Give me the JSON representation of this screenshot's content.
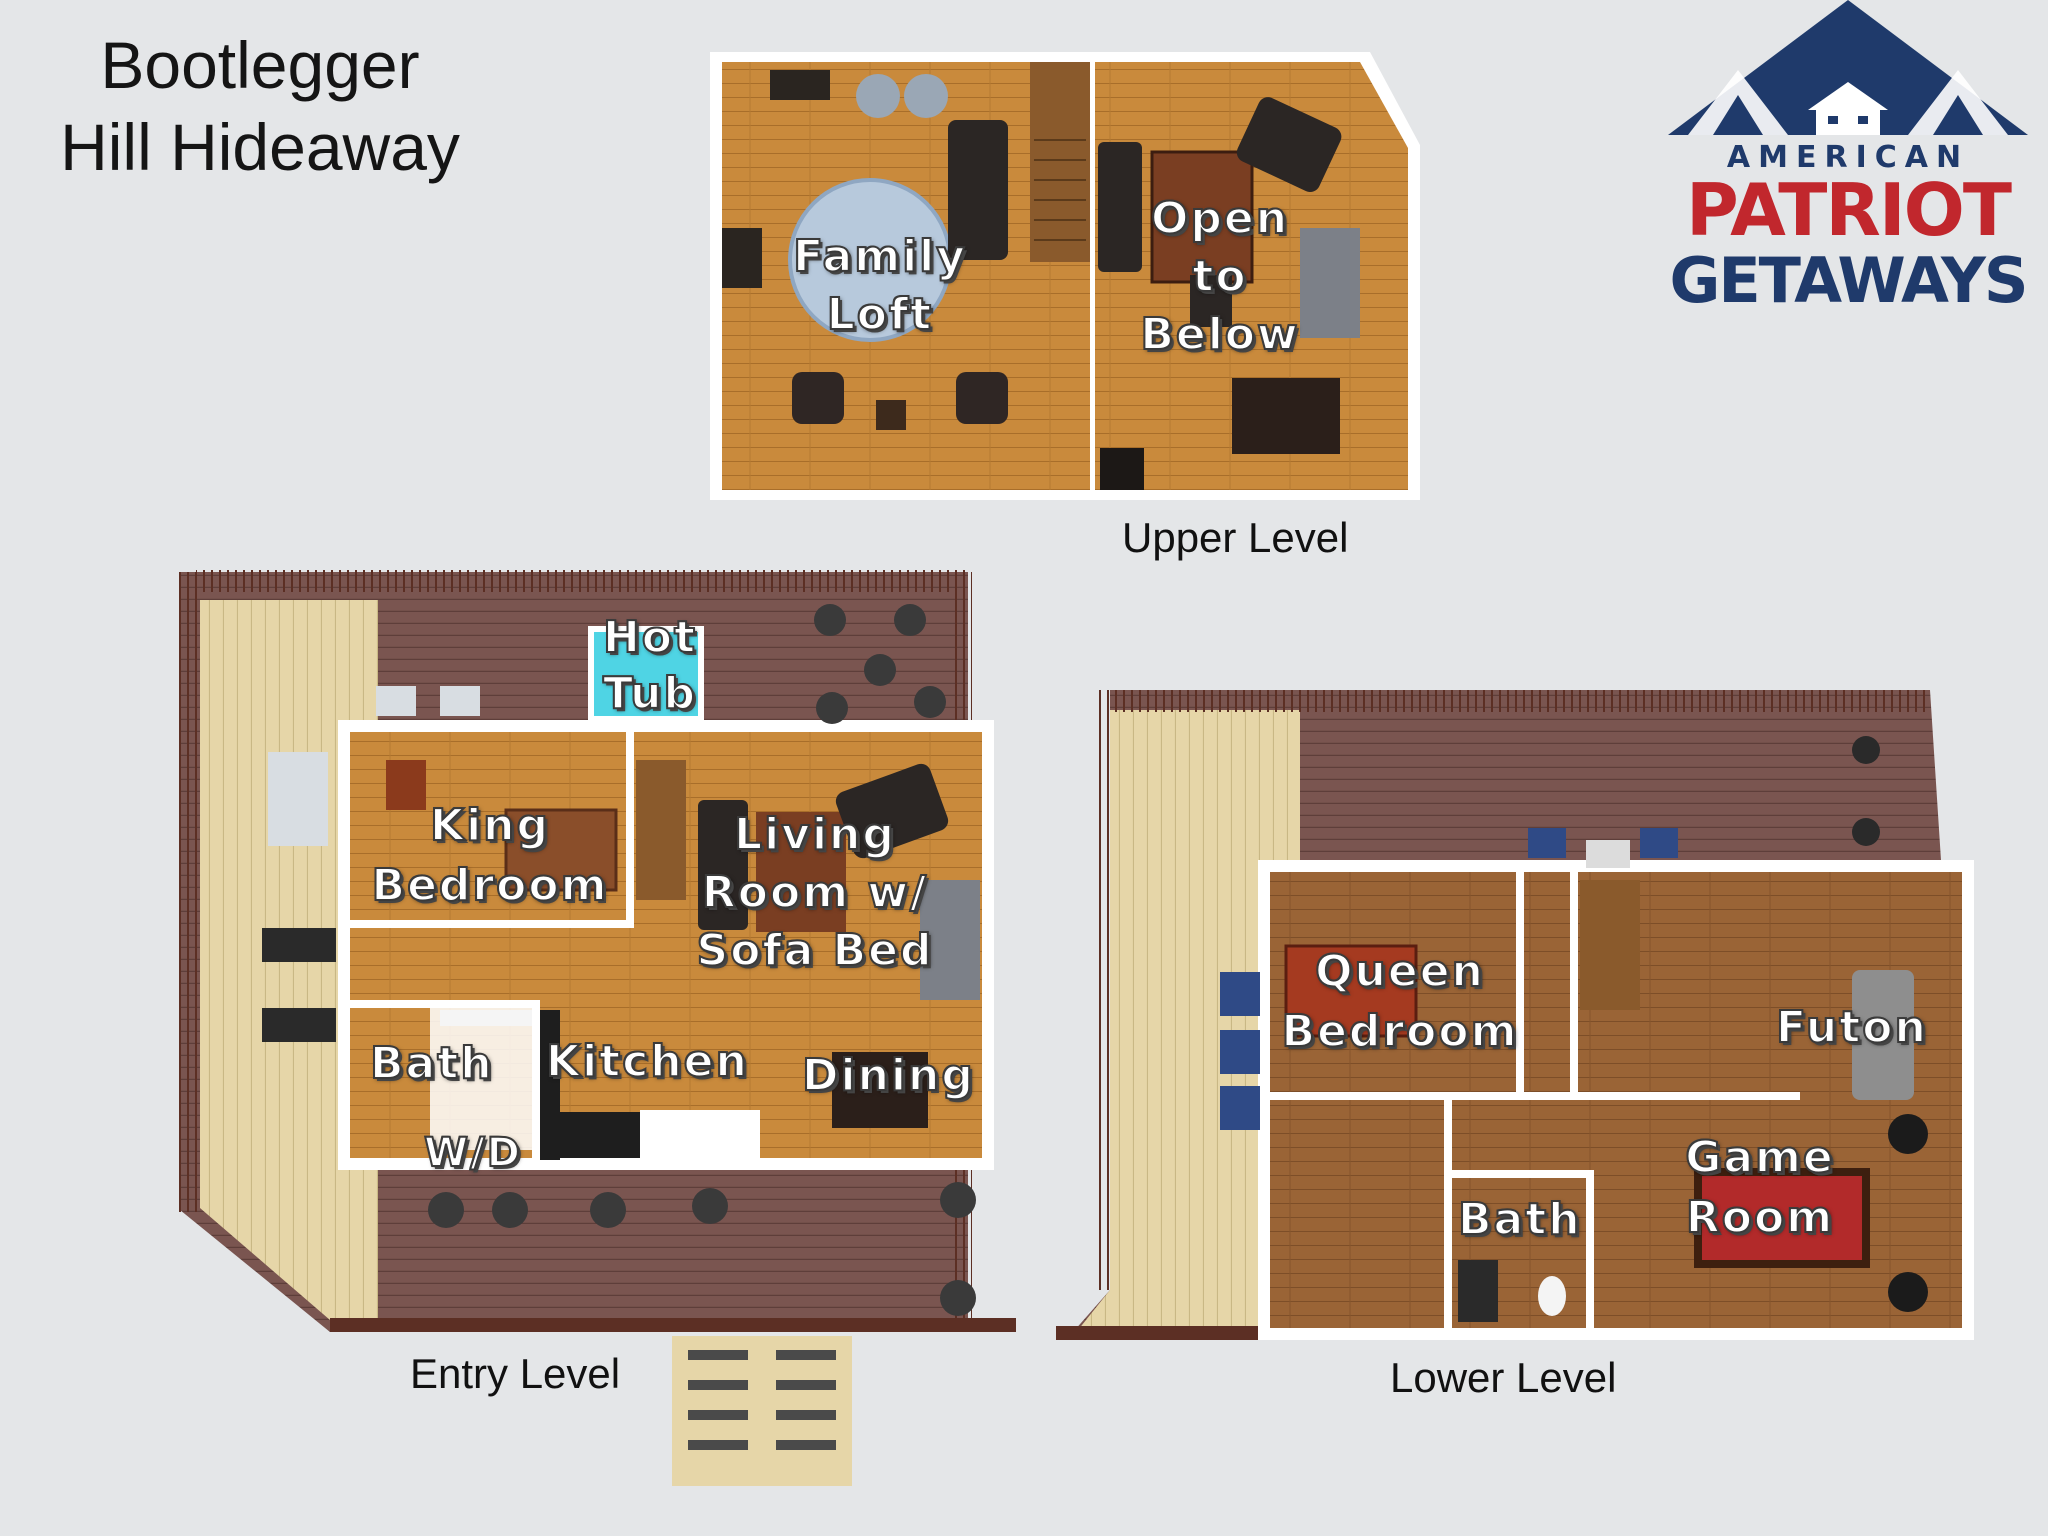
{
  "title": {
    "line1": "Bootlegger",
    "line2": "Hill Hideaway"
  },
  "logo": {
    "line1": "AMERICAN",
    "line2": "PATRIOT",
    "line3": "GETAWAYS",
    "colors": {
      "navy": "#1f3a6b",
      "red": "#c1272d"
    }
  },
  "levels": {
    "upper": {
      "label": "Upper Level",
      "rooms": {
        "family_loft": "Family Loft",
        "open_to_below": "Open to Below"
      }
    },
    "entry": {
      "label": "Entry Level",
      "rooms": {
        "hot_tub": "Hot Tub",
        "king_bedroom": "King Bedroom",
        "living_room": "Living Room w/ Sofa Bed",
        "bath": "Bath",
        "kitchen": "Kitchen",
        "dining": "Dining",
        "wd": "W/D"
      }
    },
    "lower": {
      "label": "Lower Level",
      "rooms": {
        "queen_bedroom": "Queen Bedroom",
        "futon": "Futon",
        "game_room": "Game Room",
        "bath": "Bath"
      }
    }
  },
  "colors": {
    "floor_wood": "#c98a3c",
    "deck": "#7a5550",
    "deck_light": "#e6d6a8",
    "wall": "#ffffff",
    "hot_tub": "#4fd4e4"
  }
}
